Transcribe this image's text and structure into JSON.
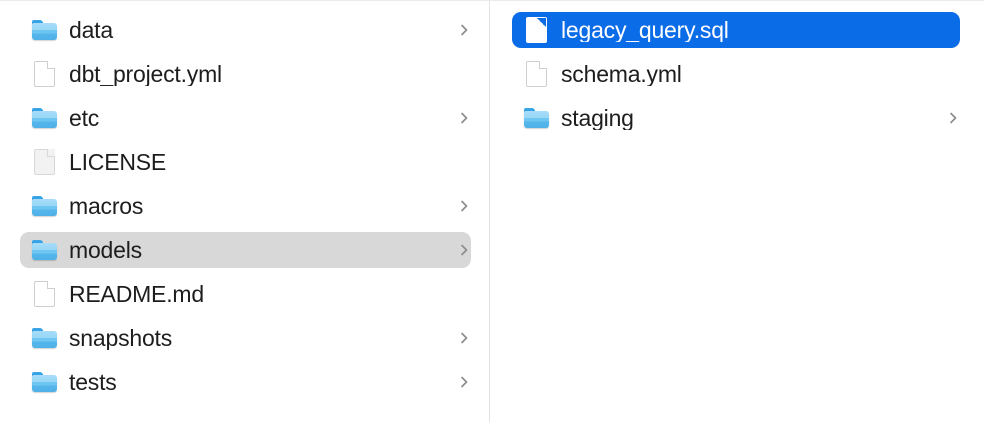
{
  "window": {
    "view_mode": "column-view",
    "background_color": "#ffffff",
    "divider_color": "#e3e3e3",
    "selection_blue": "#0b6ce8",
    "selection_gray": "#d8d8d8",
    "folder_icon_color": "#6ec5f2"
  },
  "columns": [
    {
      "name": "parent-column",
      "items": [
        {
          "label": "data",
          "kind": "folder",
          "icon": "folder-icon",
          "has_chevron": true,
          "selected": false,
          "selection_style": "none"
        },
        {
          "label": "dbt_project.yml",
          "kind": "file",
          "icon": "document-icon",
          "has_chevron": false,
          "selected": false,
          "selection_style": "none"
        },
        {
          "label": "etc",
          "kind": "folder",
          "icon": "folder-icon",
          "has_chevron": true,
          "selected": false,
          "selection_style": "none"
        },
        {
          "label": "LICENSE",
          "kind": "file",
          "icon": "plain-document-icon",
          "has_chevron": false,
          "selected": false,
          "selection_style": "none"
        },
        {
          "label": "macros",
          "kind": "folder",
          "icon": "folder-icon",
          "has_chevron": true,
          "selected": false,
          "selection_style": "none"
        },
        {
          "label": "models",
          "kind": "folder",
          "icon": "folder-icon",
          "has_chevron": true,
          "selected": true,
          "selection_style": "gray"
        },
        {
          "label": "README.md",
          "kind": "file",
          "icon": "document-icon",
          "has_chevron": false,
          "selected": false,
          "selection_style": "none"
        },
        {
          "label": "snapshots",
          "kind": "folder",
          "icon": "folder-icon",
          "has_chevron": true,
          "selected": false,
          "selection_style": "none"
        },
        {
          "label": "tests",
          "kind": "folder",
          "icon": "folder-icon",
          "has_chevron": true,
          "selected": false,
          "selection_style": "none"
        }
      ]
    },
    {
      "name": "child-column",
      "items": [
        {
          "label": "legacy_query.sql",
          "kind": "file",
          "icon": "document-icon",
          "has_chevron": false,
          "selected": true,
          "selection_style": "blue"
        },
        {
          "label": "schema.yml",
          "kind": "file",
          "icon": "document-icon",
          "has_chevron": false,
          "selected": false,
          "selection_style": "none"
        },
        {
          "label": "staging",
          "kind": "folder",
          "icon": "folder-icon",
          "has_chevron": true,
          "selected": false,
          "selection_style": "none"
        }
      ]
    }
  ]
}
